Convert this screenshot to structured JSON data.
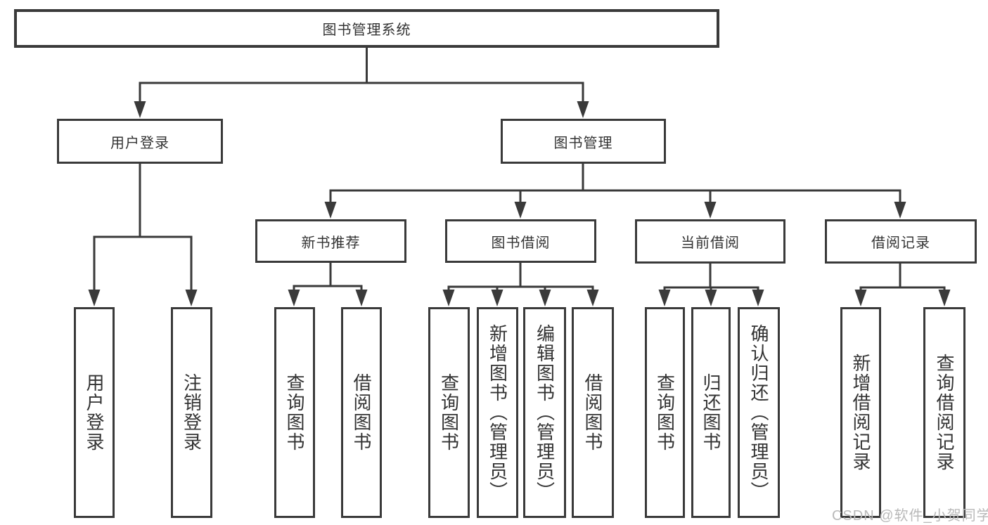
{
  "tree": {
    "label": "图书管理系统",
    "children": [
      {
        "label": "用户登录",
        "children": [
          {
            "label": "用户登录"
          },
          {
            "label": "注销登录"
          }
        ]
      },
      {
        "label": "图书管理",
        "children": [
          {
            "label": "新书推荐",
            "children": [
              {
                "label": "查询图书"
              },
              {
                "label": "借阅图书"
              }
            ]
          },
          {
            "label": "图书借阅",
            "children": [
              {
                "label": "查询图书"
              },
              {
                "label": "新增图书（管理员）"
              },
              {
                "label": "编辑图书（管理员）"
              },
              {
                "label": "借阅图书"
              }
            ]
          },
          {
            "label": "当前借阅",
            "children": [
              {
                "label": "查询图书"
              },
              {
                "label": "归还图书"
              },
              {
                "label": "确认归还（管理员）"
              }
            ]
          },
          {
            "label": "借阅记录",
            "children": [
              {
                "label": "新增借阅记录"
              },
              {
                "label": "查询借阅记录"
              }
            ]
          }
        ]
      }
    ]
  },
  "watermark": {
    "text": "CSDN @软件_小贺同学"
  },
  "colors": {
    "line": "#3a3a3a",
    "box_border": "#3a3a3a",
    "box_fill": "#ffffff",
    "text": "#333333",
    "watermark": "#b9b9b9",
    "background": "#ffffff"
  }
}
